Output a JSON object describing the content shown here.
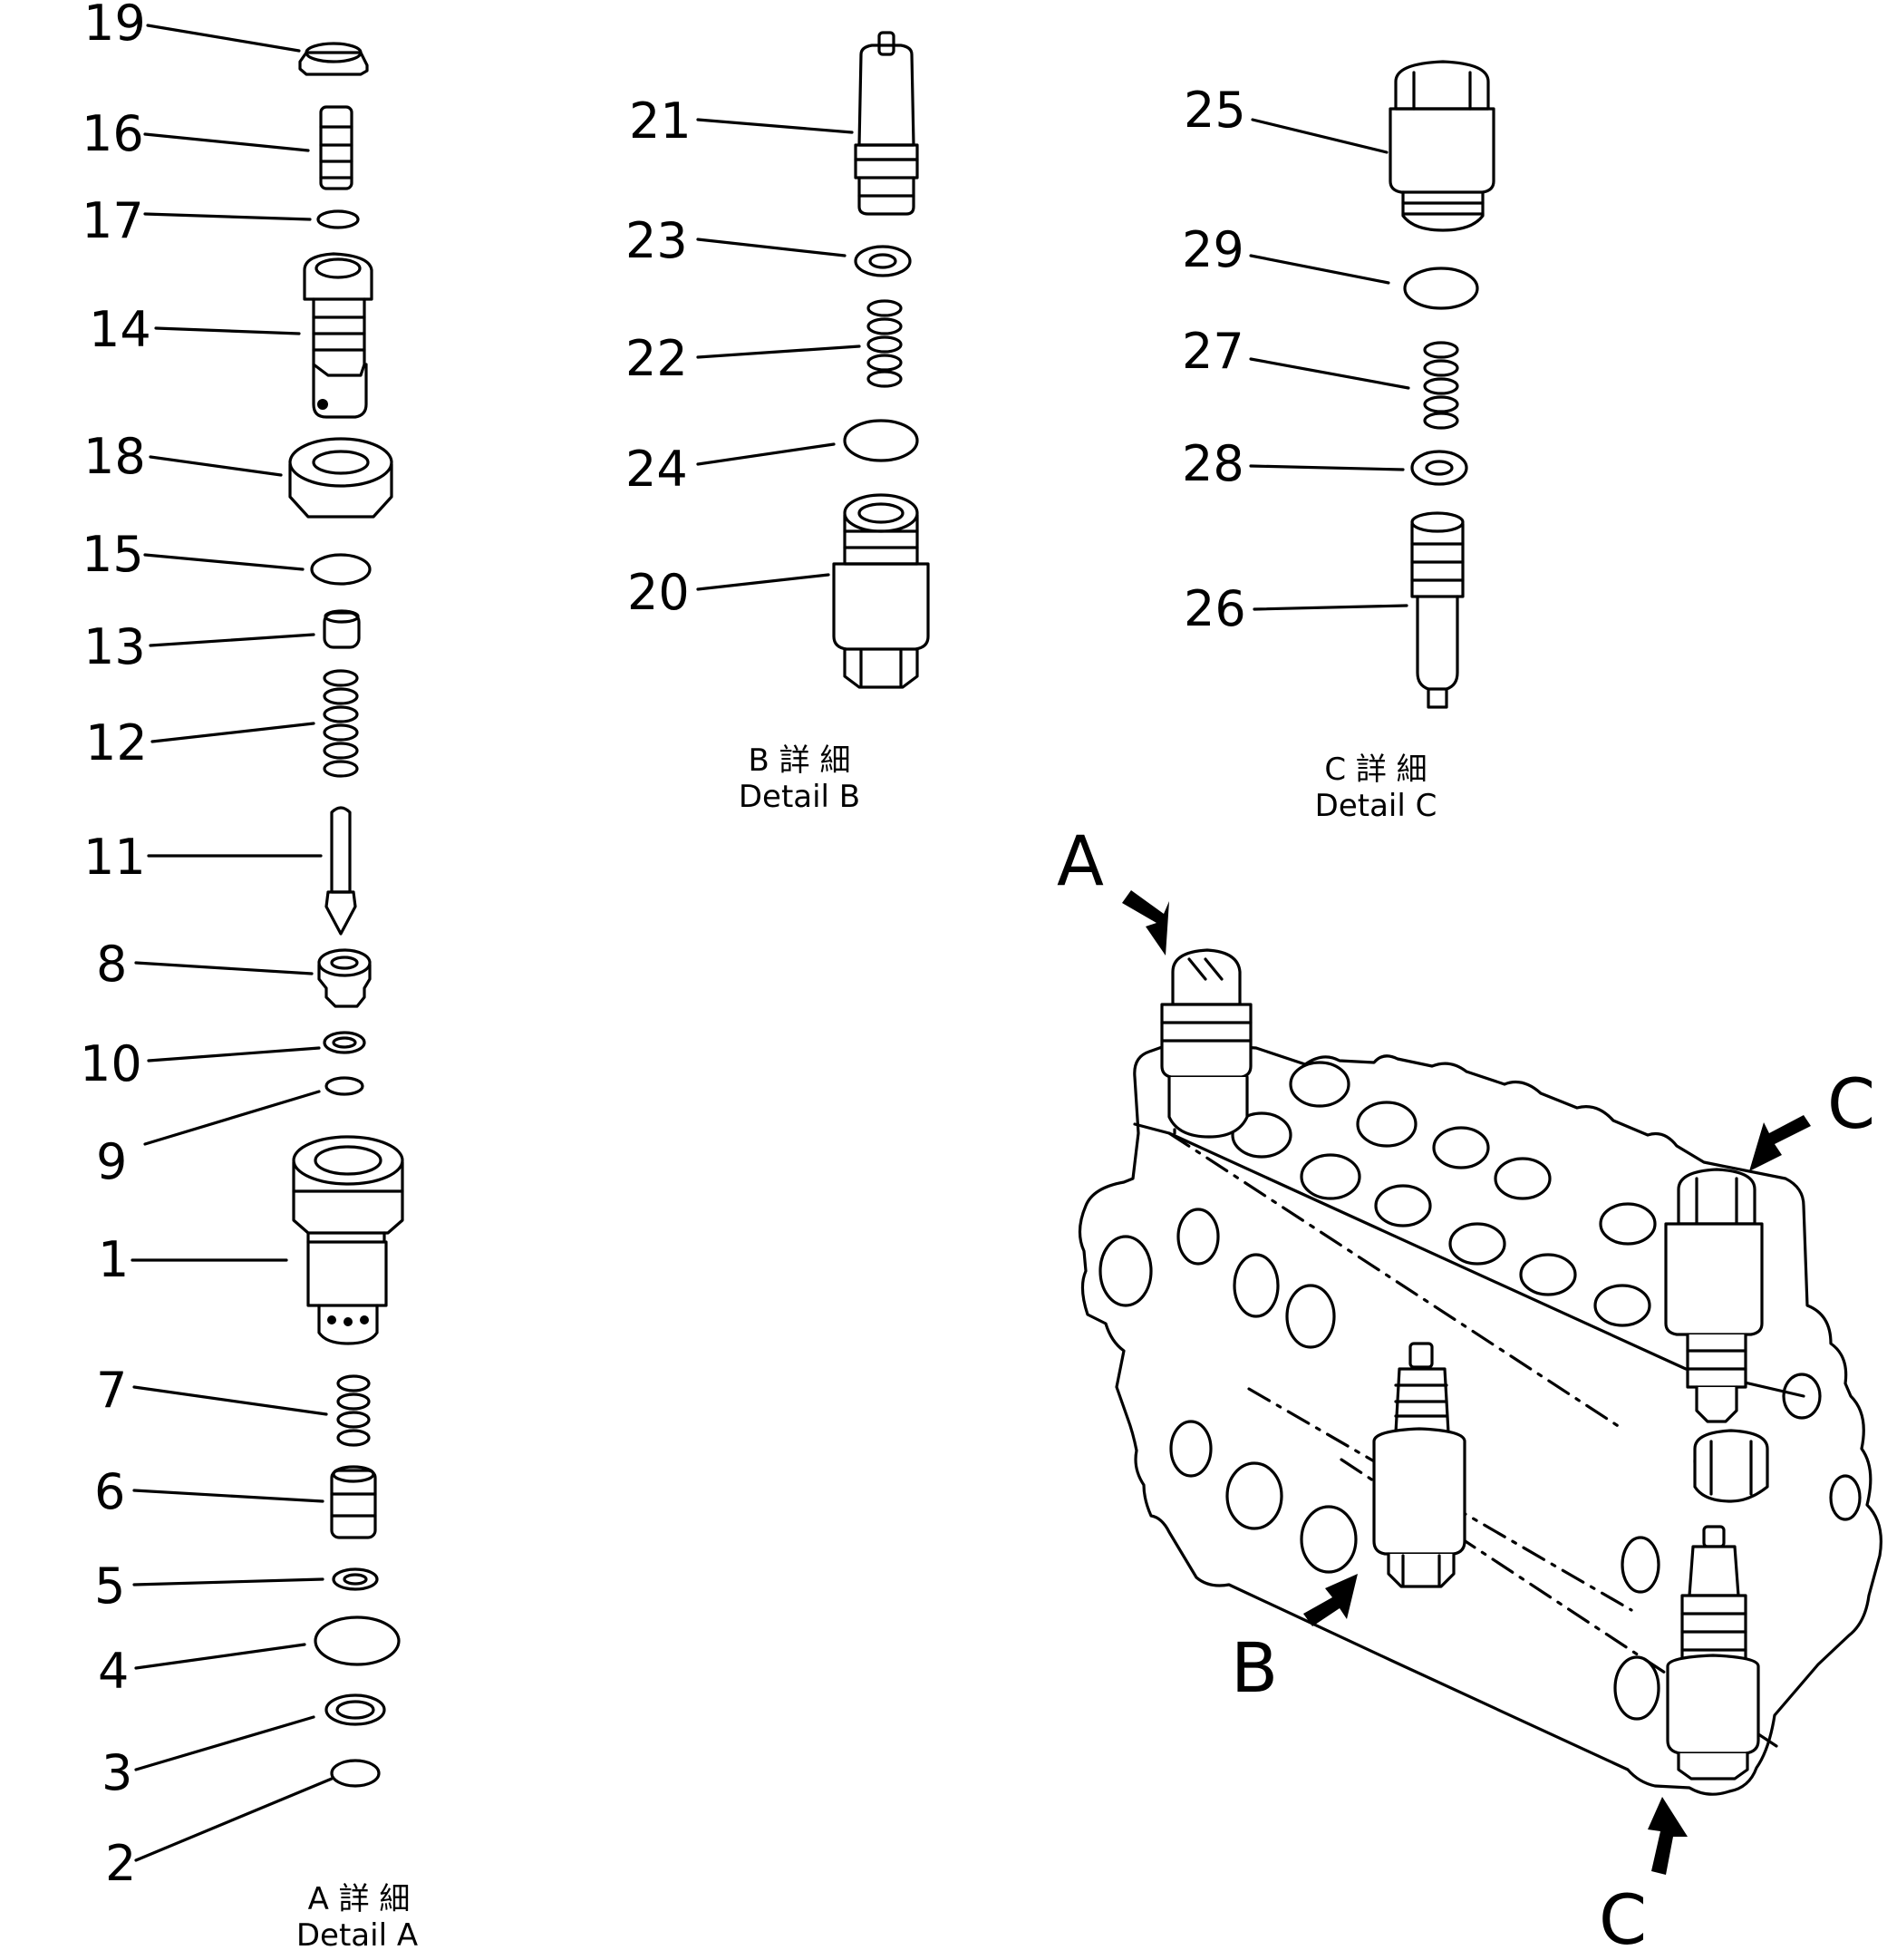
{
  "callouts": [
    {
      "id": "19",
      "label": "19"
    },
    {
      "id": "16",
      "label": "16"
    },
    {
      "id": "17",
      "label": "17"
    },
    {
      "id": "14",
      "label": "14"
    },
    {
      "id": "18",
      "label": "18"
    },
    {
      "id": "15",
      "label": "15"
    },
    {
      "id": "13",
      "label": "13"
    },
    {
      "id": "12",
      "label": "12"
    },
    {
      "id": "11",
      "label": "11"
    },
    {
      "id": "8",
      "label": "8"
    },
    {
      "id": "10",
      "label": "10"
    },
    {
      "id": "9",
      "label": "9"
    },
    {
      "id": "1",
      "label": "1"
    },
    {
      "id": "7",
      "label": "7"
    },
    {
      "id": "6",
      "label": "6"
    },
    {
      "id": "5",
      "label": "5"
    },
    {
      "id": "4",
      "label": "4"
    },
    {
      "id": "3",
      "label": "3"
    },
    {
      "id": "2",
      "label": "2"
    },
    {
      "id": "21",
      "label": "21"
    },
    {
      "id": "23",
      "label": "23"
    },
    {
      "id": "22",
      "label": "22"
    },
    {
      "id": "24",
      "label": "24"
    },
    {
      "id": "20",
      "label": "20"
    },
    {
      "id": "25",
      "label": "25"
    },
    {
      "id": "29",
      "label": "29"
    },
    {
      "id": "27",
      "label": "27"
    },
    {
      "id": "28",
      "label": "28"
    },
    {
      "id": "26",
      "label": "26"
    }
  ],
  "captions": {
    "detail_a": {
      "jp": "A 詳 細",
      "en": "Detail A"
    },
    "detail_b": {
      "jp": "B 詳 細",
      "en": "Detail B"
    },
    "detail_c": {
      "jp": "C 詳 細",
      "en": "Detail C"
    }
  },
  "view_letters": {
    "a": "A",
    "b": "B",
    "c_upper": "C",
    "c_lower": "C"
  }
}
